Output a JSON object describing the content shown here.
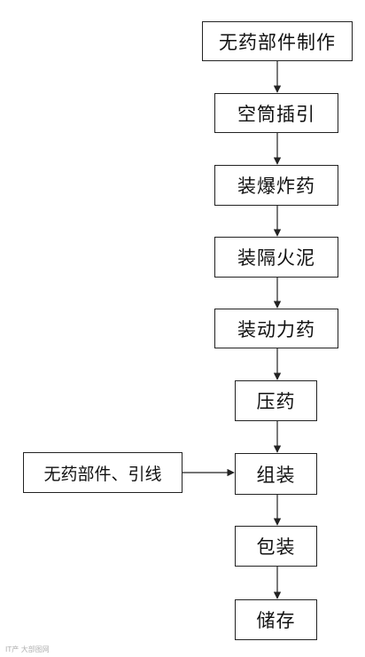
{
  "flowchart": {
    "steps": [
      "无药部件制作",
      "空筒插引",
      "装爆炸药",
      "装隔火泥",
      "装动力药",
      "压药",
      "组装",
      "包装",
      "储存"
    ],
    "side_input": "无药部件、引线"
  },
  "watermark": "IT产 大部图网",
  "colors": {
    "line": "#222222",
    "background": "#ffffff"
  }
}
